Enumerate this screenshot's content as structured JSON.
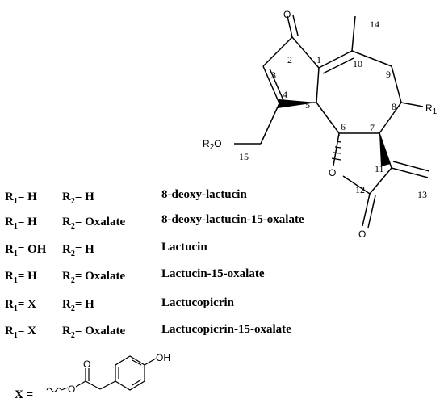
{
  "molecule": {
    "atom_numbers": [
      "1",
      "2",
      "3",
      "4",
      "5",
      "6",
      "7",
      "8",
      "9",
      "10",
      "11",
      "12",
      "13",
      "14",
      "15"
    ],
    "oxygen": "O",
    "r1_label": "R",
    "r1_sub": "1",
    "r2_label": "R",
    "r2_sub": "2",
    "r2o": "O"
  },
  "rows": [
    {
      "r1": "R",
      "r1sub": "1",
      "r1val": "= H",
      "r2": "R",
      "r2sub": "2",
      "r2val": "= H",
      "name": "8-deoxy-lactucin"
    },
    {
      "r1": "R",
      "r1sub": "1",
      "r1val": "= H",
      "r2": "R",
      "r2sub": "2",
      "r2val": "= Oxalate",
      "name": "8-deoxy-lactucin-15-oxalate"
    },
    {
      "r1": "R",
      "r1sub": "1",
      "r1val": "= OH",
      "r2": "R",
      "r2sub": "2",
      "r2val": "= H",
      "name": "Lactucin"
    },
    {
      "r1": "R",
      "r1sub": "1",
      "r1val": "= H",
      "r2": "R",
      "r2sub": "2",
      "r2val": "= Oxalate",
      "name": "Lactucin-15-oxalate"
    },
    {
      "r1": "R",
      "r1sub": "1",
      "r1val": "= X",
      "r2": "R",
      "r2sub": "2",
      "r2val": "= H",
      "name": "Lactucopicrin"
    },
    {
      "r1": "R",
      "r1sub": "1",
      "r1val": "= X",
      "r2": "R",
      "r2sub": "2",
      "r2val": "= Oxalate",
      "name": "Lactucopicrin-15-oxalate"
    }
  ],
  "x_group": {
    "label": "X =",
    "oh": "OH",
    "o_ester": "O",
    "o_carbonyl": "O"
  }
}
